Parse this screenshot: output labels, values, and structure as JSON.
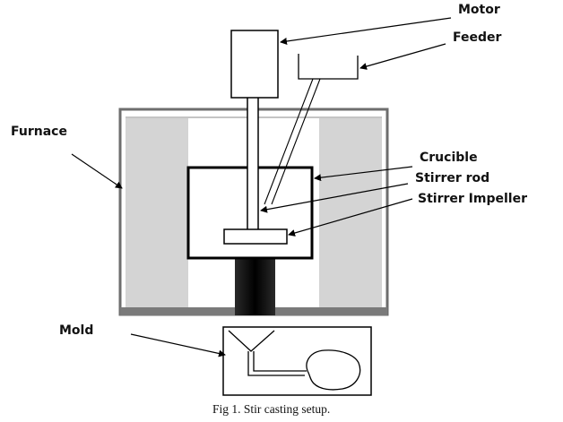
{
  "labels": {
    "motor": "Motor",
    "feeder": "Feeder",
    "furnace": "Furnace",
    "crucible": "Crucible",
    "stirrer_rod": "Stirrer rod",
    "stirrer_impeller": "Stirrer Impeller",
    "mold": "Mold"
  },
  "caption": "Fig 1. Stir casting setup.",
  "colors": {
    "outline": "#000000",
    "furnace_wall": "#d4d4d4",
    "furnace_frame": "#6e6e6e",
    "pipe": "#111111",
    "background": "#ffffff"
  }
}
